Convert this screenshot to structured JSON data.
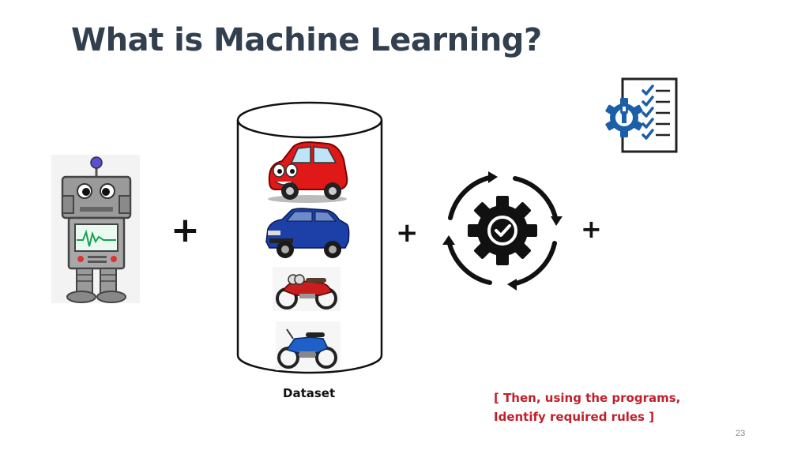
{
  "slide": {
    "title": "What is Machine Learning?",
    "plus_signs": [
      "+",
      "+",
      "+"
    ],
    "dataset_caption": "Dataset",
    "rules_note": "[ Then, using the programs, Identify required rules ]",
    "page_number": "23"
  },
  "icons": {
    "robot": "robot-icon",
    "cars": [
      "red-cartoon-car-icon",
      "blue-suv-icon"
    ],
    "bikes": [
      "red-motorcycle-icon",
      "blue-motorcycle-icon"
    ],
    "process": "gear-cycle-check-icon",
    "checklist": "checklist-gear-icon"
  },
  "colors": {
    "title": "#323f4f",
    "note": "#c0202a",
    "checklist_blue": "#1a5fa8"
  }
}
